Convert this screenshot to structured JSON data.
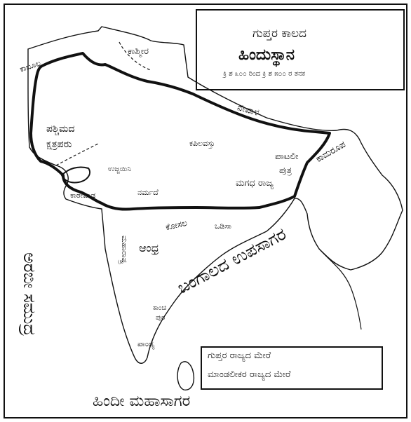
{
  "map": {
    "title_line1": "ಗುಪ್ತರ ಕಾಲದ",
    "title_line2": "ಹಿಂದುಸ್ಥಾನ",
    "title_line3": "ಕ್ರಿ ಶ ೩೦೦ ರಿಂದ ಕ್ರಿ ಶ ೫೦೦ ರ ತನಕ",
    "legend": {
      "boundary_label": "ಗುಪ್ತರ ರಾಜ್ಯದ ಮೇರೆ",
      "feudatory_label": "ಮಾಂಡಲೀಕರ ರಾಜ್ಯದ ಮೇರೆ"
    },
    "seas": {
      "bay": "ಬಂಗಾಲದ ಉಪಸಾಗರ",
      "arabian": "ಅರಬೀ ಸಮುದ್ರ",
      "indian": "ಹಿಂದೀ ಮಹಾಸಾಗರ"
    },
    "places": {
      "kabul": "ಕಾಬೂಲ",
      "kashmir": "ಕಾಶ್ಮೀರ",
      "nepal": "ನೇಪಾಳ",
      "pashchima_kshatrapa_1": "ಪಶ್ಚಿಮದ",
      "pashchima_kshatrapa_2": "ಕ್ಷತ್ರಪರು",
      "kapilavastu": "ಕಪಿಲವಸ್ತು",
      "pataliputra_1": "ಪಾಟಲೀ",
      "pataliputra_2": "ಪುತ್ರ",
      "magadha": "ಮಗಧ ರಾಜ್ಯ",
      "kamarupa": "ಕಾಮರೂಪ",
      "ujjayini": "ಉಜ್ಜಯಿನಿ",
      "kathiawar": "ಕಾಠೇವಾಡ",
      "narmada": "ನರ್ಮದೆ",
      "kosala": "ಕೋಸಲ",
      "odisha": "ಒಡಿಸಾ",
      "andhra": "ಆಂಧ್ರ",
      "maharashtra": "ಮಹಾರಾಷ್ಟ್ರ",
      "kanchi_1": "ಕಾಂಚಿ",
      "kanchi_2": "ಪುರ",
      "pandya": "ಪಾಂಡ್ಯ"
    }
  },
  "colors": {
    "ink": "#111111",
    "paper": "#ffffff"
  }
}
